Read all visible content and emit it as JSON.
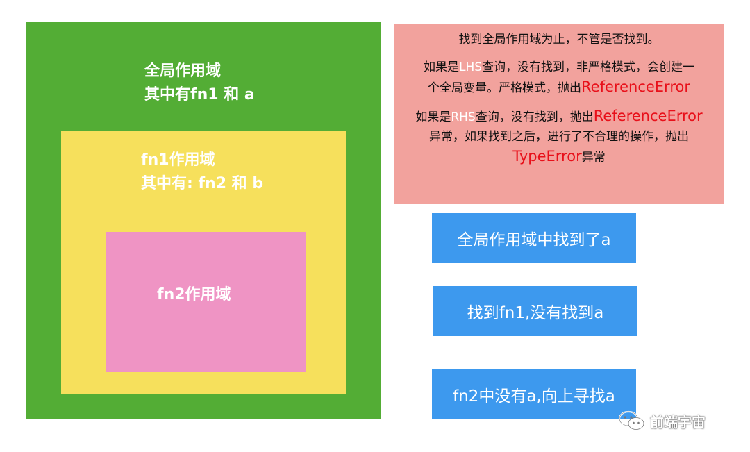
{
  "scopes": {
    "global": {
      "line1": "全局作用域",
      "line2": "其中有fn1 和 a",
      "color": "#53ad35"
    },
    "fn1": {
      "line1": "fn1作用域",
      "line2": "其中有: fn2 和 b",
      "color": "#f6e05c"
    },
    "fn2": {
      "line1": "fn2作用域",
      "color": "#ef94c4"
    }
  },
  "note": {
    "line1": "找到全局作用域为止，不管是否找到。",
    "lhs": {
      "prefix": "如果是",
      "keyword": "LHS",
      "rest1": "查询，没有找到，非严格模式，会创建一",
      "rest2": "个全局变量。严格模式，抛出",
      "error": "ReferenceError"
    },
    "rhs": {
      "prefix": "如果是",
      "keyword": "RHS",
      "rest1": "查询，没有找到，抛出",
      "error1": "ReferenceError",
      "rest2": "异常，如果找到之后，进行了不合理的操作，抛出",
      "error2": "TypeError",
      "suffix": "异常"
    },
    "color": "#f2a29d",
    "error_color": "#e8101a"
  },
  "steps": [
    {
      "label": "全局作用域中找到了a"
    },
    {
      "label": "找到fn1,没有找到a"
    },
    {
      "label": "fn2中没有a,向上寻找a"
    }
  ],
  "step_color": "#3d99ee",
  "watermark": {
    "text": "前端宇宙",
    "icon": "wechat-icon"
  }
}
